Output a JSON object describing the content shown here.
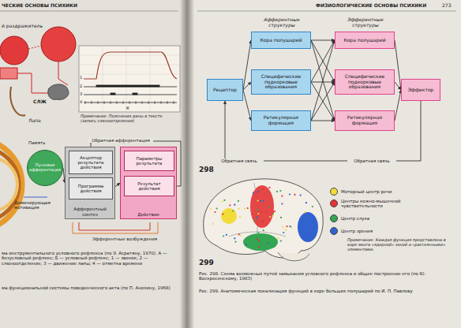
{
  "diagram": {
    "nodes": [
      {
        "text": [
          "Рецептор"
        ]
      },
      {
        "text": [
          "Кора полушарий"
        ]
      },
      {
        "text": [
          "Специфические подкорковые образования"
        ]
      },
      {
        "text": [
          "Ретикулярная формация"
        ]
      },
      {
        "text": [
          "Кора полушарий"
        ]
      },
      {
        "text": [
          "Специфические подкорковые образования"
        ]
      },
      {
        "text": [
          "Ретикулярная формация"
        ]
      },
      {
        "text": [
          "Эффектор"
        ]
      },
      {
        "text": [
          "Пусковая афферентация"
        ]
      },
      {
        "text": [
          "Афферентный синтез"
        ]
      },
      {
        "text": [
          "Акцептор результата действия"
        ],
        "in": 9
      },
      {
        "text": [
          "Программа действия"
        ],
        "in": 9
      },
      {
        "text": [
          "Действие"
        ]
      },
      {
        "text": [
          "Параметры результата"
        ],
        "in": 12
      },
      {
        "text": [
          "Результат действия"
        ],
        "in": 12
      }
    ],
    "edges": [
      {
        "from": 0,
        "to": 1,
        "arrow": "to"
      },
      {
        "from": 0,
        "to": 2,
        "arrow": "to"
      },
      {
        "from": 0,
        "to": 3,
        "arrow": "to"
      },
      {
        "from": 1,
        "to": 4,
        "arrow": "to"
      },
      {
        "from": 1,
        "to": 5,
        "arrow": "to"
      },
      {
        "from": 1,
        "to": 6,
        "arrow": "to"
      },
      {
        "from": 2,
        "to": 4,
        "arrow": "to"
      },
      {
        "from": 2,
        "to": 5,
        "arrow": "to"
      },
      {
        "from": 2,
        "to": 6,
        "arrow": "to"
      },
      {
        "from": 3,
        "to": 4,
        "arrow": "to"
      },
      {
        "from": 3,
        "to": 5,
        "arrow": "to"
      },
      {
        "from": 3,
        "to": 6,
        "arrow": "to"
      },
      {
        "from": 4,
        "to": 7,
        "arrow": "to"
      },
      {
        "from": 5,
        "to": 7,
        "arrow": "to"
      },
      {
        "from": 6,
        "to": 7,
        "arrow": "to"
      },
      {
        "from": 7,
        "to": 0,
        "label": "Обратная связь",
        "arrow": "to"
      },
      {
        "from": 8,
        "to": 9,
        "arrow": "to"
      },
      {
        "from": 11,
        "to": 12,
        "arrow": "to"
      },
      {
        "from": 14,
        "to": 10,
        "arrow": "to"
      }
    ],
    "labels": [
      "ЧЕСКИЕ ОСНОВЫ ПСИХИКИ",
      "ФИЗИОЛОГИЧЕСКИЕ ОСНОВЫ ПСИХИКИ",
      "273",
      "Афферентные структуры",
      "Эфферентные структуры",
      "Обратная связь",
      "298",
      "299",
      "Примечание. Каждая функция представлена в коре мозга «ядерной» зоной и «рассеянными» элементами.",
      "Рис. 298. Схема возможных путей замыкания условного рефлекса и общее построение его (по Ю. Воскресенскому, 1983)",
      "Рис. 299. Анатомическая локализация функций в коре больших полушарий по И. П. Павлову",
      "й раздражитель",
      "СЛЖ",
      "Лапа",
      "1",
      "2",
      "3",
      "4",
      "К",
      "Примечание. Пояснения даны в тексте (запись слюноотделения)",
      "Обратная афферентация",
      "Память",
      "Доминирующая мотивация",
      "Эфферентные возбуждения",
      "ма инструментального условного рефлекса (по Э. Асратяну, 1970). А — безусловный рефлекс; Б — условный рефлекс; 1 — звонок; 2 — слюноотделение; 3 — движение лапы; 4 — отметка времени",
      "ма функциональной системы поведенческого акта (по П. Анохину, 1968)"
    ],
    "legend": [
      {
        "text": "Моторный центр речи",
        "color": "#f2dc3a"
      },
      {
        "text": "Центры кожно-мышечной чувствительности",
        "color": "#e23434"
      },
      {
        "text": "Центр слуха",
        "color": "#34a552"
      },
      {
        "text": "Центр зрения",
        "color": "#3262cf"
      }
    ]
  }
}
